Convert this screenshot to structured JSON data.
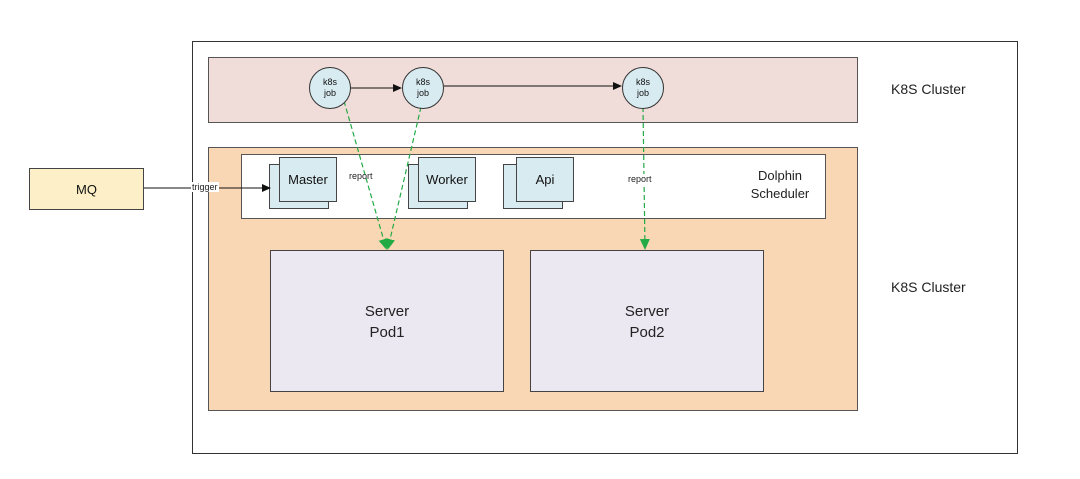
{
  "clusters": {
    "top_label": "K8S Cluster",
    "bottom_label": "K8S Cluster"
  },
  "jobs": [
    {
      "line1": "k8s",
      "line2": "job"
    },
    {
      "line1": "k8s",
      "line2": "job"
    },
    {
      "line1": "k8s",
      "line2": "job"
    }
  ],
  "mq": {
    "label": "MQ",
    "edge_label": "trigger"
  },
  "scheduler": {
    "name_line1": "Dolphin",
    "name_line2": "Scheduler",
    "components": [
      "Master",
      "Worker",
      "Api"
    ]
  },
  "edges": {
    "report_left": "report",
    "report_right": "report"
  },
  "pods": [
    {
      "line1": "Server",
      "line2": "Pod1"
    },
    {
      "line1": "Server",
      "line2": "Pod2"
    }
  ],
  "colors": {
    "top_band": "#f0dcd8",
    "main_band": "#f9d7b5",
    "node_fill": "#d8ebf1",
    "pod_fill": "#ebe8f2",
    "mq_fill": "#fdf0c8",
    "report_arrow": "#22aa44"
  }
}
